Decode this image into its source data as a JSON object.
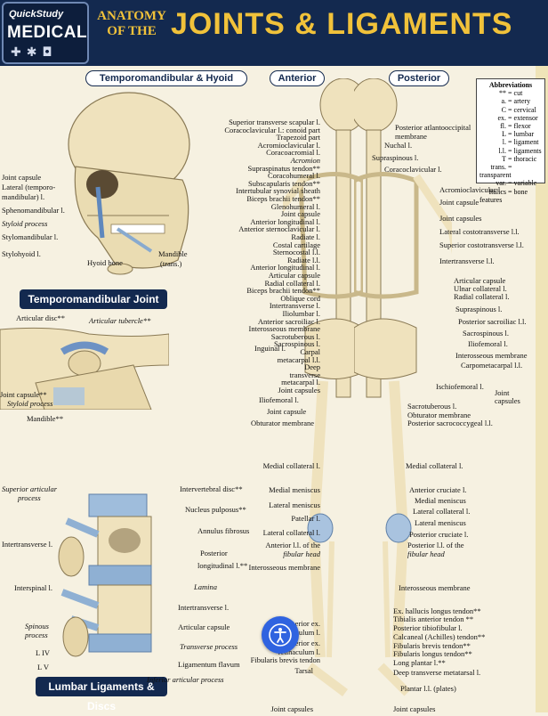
{
  "header": {
    "brand": "QuickStudy",
    "product": "MEDICAL",
    "subtitle": "ANATOMY OF THE",
    "title": "JOINTS & LIGAMENTS"
  },
  "sections": {
    "tmj_hyoid": "Temporomandibular & Hyoid",
    "anterior": "Anterior",
    "posterior": "Posterior",
    "tmj": "Temporomandibular Joint",
    "lumbar": "Lumbar Ligaments & Discs"
  },
  "abbreviations": {
    "title": "Abbreviations",
    "rows": [
      [
        "**",
        "= cut"
      ],
      [
        "a.",
        "= artery"
      ],
      [
        "C",
        "= cervical"
      ],
      [
        "ex.",
        "= extensor"
      ],
      [
        "fl.",
        "= flexor"
      ],
      [
        "L",
        "= lumbar"
      ],
      [
        "l.",
        "= ligament"
      ],
      [
        "l.l.",
        "= ligaments"
      ],
      [
        "T",
        "= thoracic"
      ],
      [
        "trans.",
        "= transparent"
      ],
      [
        "var.",
        "= variable"
      ],
      [
        "Italics",
        "= bone features"
      ]
    ]
  },
  "labels": {
    "skull": [
      "Joint capsule",
      "Lateral (temporo-",
      "mandibular) l.",
      "Sphenomandibular l.",
      "Styloid process",
      "Stylomandibular l.",
      "Stylohyoid l.",
      "Hyoid bone",
      "Mandible",
      "(trans.)"
    ],
    "tmj": [
      "Articular disc**",
      "Articular tubercle**",
      "Joint capsule**",
      "Styloid process",
      "Mandible**"
    ],
    "lumbar_left": [
      "Superior articular",
      "process",
      "Intertransverse l.",
      "Interspinal l.",
      "Spinous",
      "process",
      "L IV",
      "L V"
    ],
    "lumbar_right": [
      "Intervertebral disc**",
      "Nucleus pulposus**",
      "Annulus fibrosus",
      "Posterior",
      "longitudinal l.**",
      "Lamina",
      "Intertransverse l.",
      "Articular capsule",
      "Transverse process",
      "Ligamentum flavum",
      "Inferior articular process"
    ],
    "anterior_upper": [
      "Superior transverse scapular l.",
      "Coracoclavicular l.: conoid part",
      "Trapezoid part",
      "Acromioclavicular l.",
      "Coracoacromial l.",
      "Acromion",
      "Supraspinatus tendon**",
      "Coracohumeral l.",
      "Subscapularis tendon**",
      "Intertubular synovial sheath",
      "Biceps brachii tendon**",
      "Glenohumeral l.",
      "Joint capsule",
      "Anterior longitudinal l.",
      "Anterior sternoclavicular l.",
      "Radiate l.",
      "Costal cartilage",
      "Sternocostal l.l.",
      "Radiate l.l.",
      "Anterior longitudinal l.",
      "Articular capsule",
      "Radial collateral l.",
      "Biceps brachii tendon**",
      "Oblique cord",
      "Intertransverse l.",
      "Iliolumbar l.",
      "Anterior sacroiliac l.",
      "Interosseous membrane",
      "Sacrotuberous l.",
      "Sacrospinous l.",
      "Carpal",
      "metacarpal l.l.",
      "Deep",
      "transverse",
      "metacarpal l.",
      "Joint capsules"
    ],
    "anterior_mid": [
      "Inguinal l.",
      "Iliofemoral l.",
      "Joint capsule",
      "Obturator membrane"
    ],
    "posterior_upper": [
      "Posterior atlantooccipital",
      "membrane",
      "Nuchal l.",
      "Supraspinous l.",
      "Coracoclavicular l.",
      "Acromioclavicular l.",
      "Joint capsule",
      "Joint capsules",
      "Lateral costotransverse l.l.",
      "Superior costotransverse l.l.",
      "Intertransverse l.l.",
      "Articular capsule",
      "Ulnar collateral l.",
      "Radial collateral l.",
      "Supraspinous l.",
      "Posterior sacroiliac l.l.",
      "Sacrospinous l.",
      "Iliofemoral l.",
      "Interosseous membrane",
      "Carpometacarpal l.l.",
      "Ischiofemoral l.",
      "Joint",
      "capsules",
      "Sacrotuberous l.",
      "Obturator membrane",
      "Posterior sacrococcygeal l.l."
    ],
    "leg_left": [
      "Medial collateral l.",
      "Medial meniscus",
      "Lateral meniscus",
      "Patellar l.",
      "Lateral collateral l.",
      "Anterior l.l. of the",
      "fibular head",
      "Interosseous membrane",
      "Superior ex.",
      "retinaculum l.",
      "Inferior ex.",
      "retinaculum l.",
      "Fibularis brevis tendon",
      "Tarsal",
      "Joint capsules"
    ],
    "leg_right": [
      "Medial collateral l.",
      "Anterior cruciate l.",
      "Medial meniscus",
      "Lateral collateral l.",
      "Lateral meniscus",
      "Posterior cruciate l.",
      "Posterior l.l. of the",
      "fibular head",
      "Interosseous membrane",
      "Ex. hallucis longus tendon**",
      "Tibialis anterior tendon **",
      "Posterior tibiofibular l.",
      "Calcaneal (Achilles) tendon**",
      "Fibularis brevis tendon**",
      "Fibularis longus tendon**",
      "Long plantar l.**",
      "Deep transverse metatarsal l.",
      "Plantar l.l. (plates)",
      "Joint capsules"
    ]
  },
  "accessibility_button": "accessibility-icon",
  "colors": {
    "navy": "#13294f",
    "gold": "#f1c23a",
    "bone": "#efe2bd",
    "ligament": "#a9c3df",
    "paper": "#f6f1e1"
  }
}
